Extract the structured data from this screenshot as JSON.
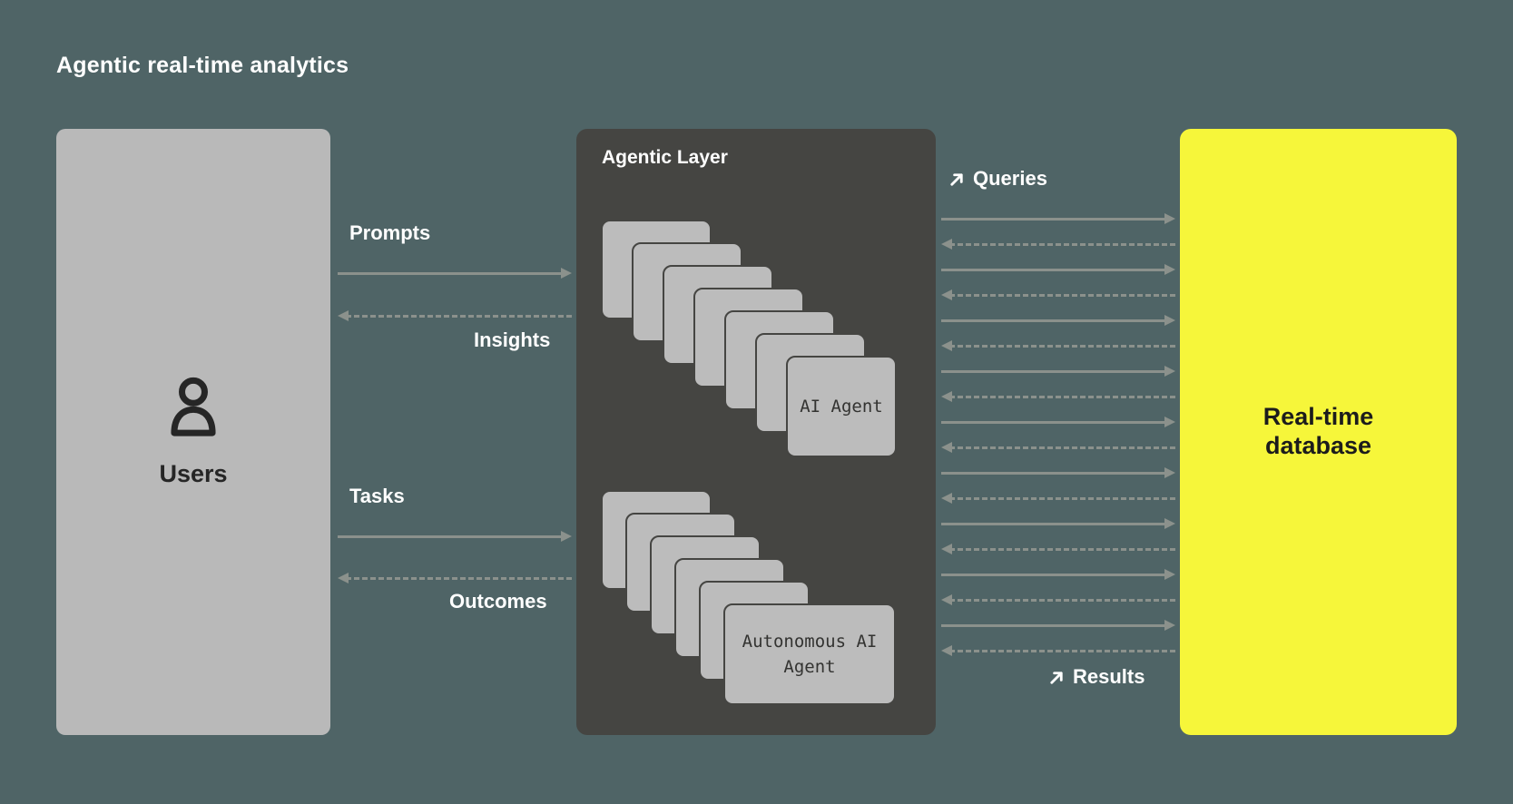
{
  "title": "Agentic real-time analytics",
  "users_block": {
    "label": "Users"
  },
  "agentic_block": {
    "title": "Agentic Layer",
    "ai_agent_label": "AI Agent",
    "autonomous_agent_label": "Autonomous AI Agent",
    "top_stack_count": 7,
    "bottom_stack_count": 6
  },
  "database_block": {
    "label": "Real-time database"
  },
  "flows": {
    "prompts": "Prompts",
    "insights": "Insights",
    "tasks": "Tasks",
    "outcomes": "Outcomes",
    "queries": "Queries",
    "results": "Results",
    "exchange_pairs": 9
  },
  "colors": {
    "background": "#4f6466",
    "users_fill": "#b9b9b9",
    "agentic_fill": "#454542",
    "database_fill": "#f6f63a",
    "card_fill": "#bcbcbc",
    "arrow": "#8b918c",
    "title_text": "#ffffff",
    "dark_text": "#262626"
  }
}
